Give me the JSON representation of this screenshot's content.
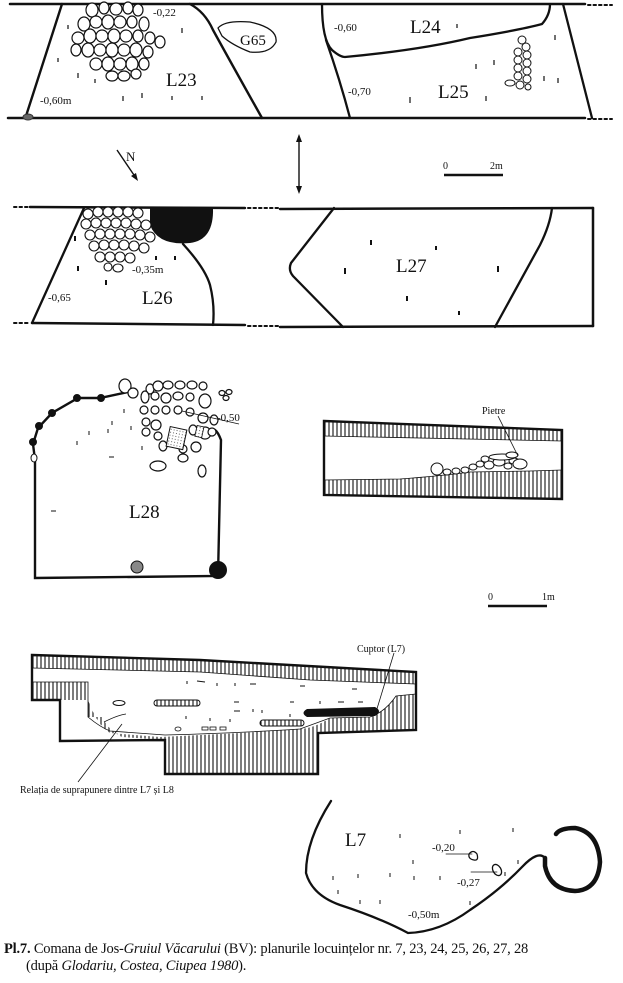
{
  "plan_top": {
    "labels": {
      "l23": "L23",
      "g65": "G65",
      "l24": "L24",
      "l25": "L25",
      "depth_l23_top": "-0,22",
      "depth_l23_left": "-0,60m",
      "depth_l24": "-0,60",
      "depth_l25": "-0,70"
    }
  },
  "orientation": {
    "north_label": "N",
    "scale_start": "0",
    "scale_end": "2m"
  },
  "plan_middle": {
    "labels": {
      "l26": "L26",
      "l27": "L27",
      "depth_l26_inner": "-0,35m",
      "depth_l26_left": "-0,65"
    }
  },
  "plan_l28": {
    "label": "L28",
    "depth": "-0,50"
  },
  "section_pietre": {
    "label": "Pietre",
    "scale_start": "0",
    "scale_end": "1m"
  },
  "section_l7_l8": {
    "cuptor_label": "Cuptor (L7)",
    "relation_label": "Relația de suprapunere dintre L7 și L8"
  },
  "plan_l7": {
    "label": "L7",
    "depth_a": "-0,20",
    "depth_b": "-0,27",
    "depth_floor": "-0,50m"
  },
  "caption": {
    "plate_number": "Pl.7.",
    "text_1": " Comana de Jos-",
    "site_name": "Gruiul Văcarului",
    "text_2": " (BV): planurile locuințelor nr. 7, 23, 24, 25, 26, 27, 28",
    "text_3": "(după ",
    "reference": "Glodariu, Costea, Ciupea 1980",
    "text_4": ")."
  }
}
